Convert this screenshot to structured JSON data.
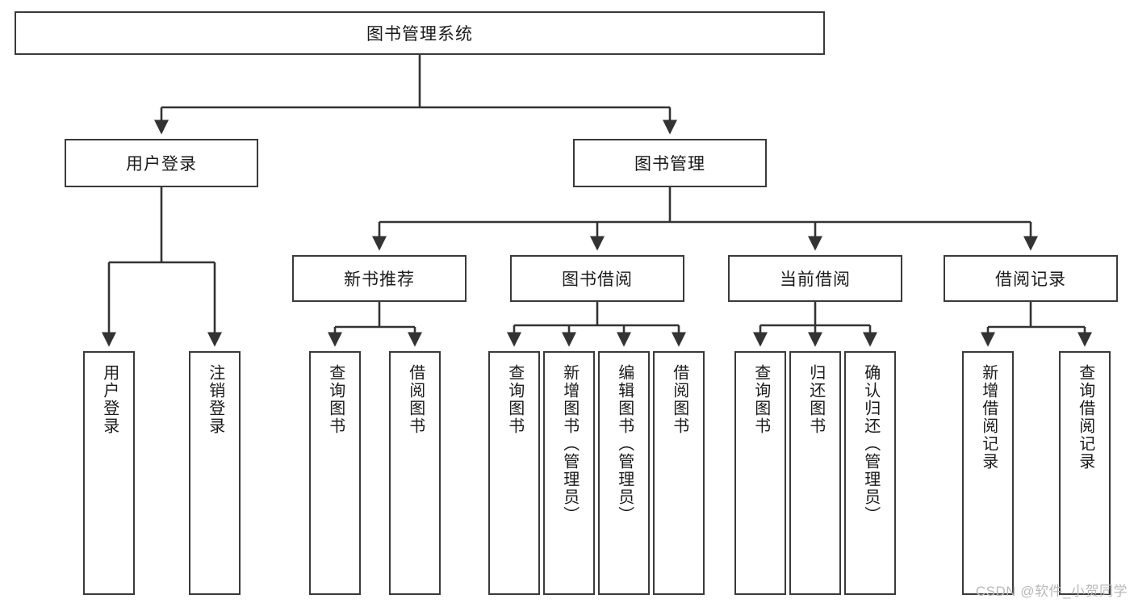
{
  "diagram": {
    "title": "图书管理系统",
    "type": "tree",
    "watermark": "CSDN @软件_小贺同学",
    "colors": {
      "border": "#3a3a3a",
      "background": "#ffffff",
      "text": "#1b1b1b",
      "edge": "#333333",
      "watermark": "#b9b9b9"
    },
    "root": {
      "id": "root",
      "label": "图书管理系统"
    },
    "level2": [
      {
        "id": "login",
        "label": "用户登录"
      },
      {
        "id": "bookmgmt",
        "label": "图书管理"
      }
    ],
    "level3": [
      {
        "id": "newbook",
        "label": "新书推荐",
        "parent": "bookmgmt"
      },
      {
        "id": "borrow",
        "label": "图书借阅",
        "parent": "bookmgmt"
      },
      {
        "id": "current",
        "label": "当前借阅",
        "parent": "bookmgmt"
      },
      {
        "id": "records",
        "label": "借阅记录",
        "parent": "bookmgmt"
      }
    ],
    "leaves": [
      {
        "id": "leaf-user-login",
        "label": "用户登录",
        "parent": "login"
      },
      {
        "id": "leaf-logout",
        "label": "注销登录",
        "parent": "login"
      },
      {
        "id": "leaf-query-book-new",
        "label": "查询图书",
        "parent": "newbook"
      },
      {
        "id": "leaf-borrow-book-new",
        "label": "借阅图书",
        "parent": "newbook"
      },
      {
        "id": "leaf-query-book-borrow",
        "label": "查询图书",
        "parent": "borrow"
      },
      {
        "id": "leaf-add-book",
        "label": "新增图书（管理员）",
        "parent": "borrow"
      },
      {
        "id": "leaf-edit-book",
        "label": "编辑图书（管理员）",
        "parent": "borrow"
      },
      {
        "id": "leaf-borrow-book",
        "label": "借阅图书",
        "parent": "borrow"
      },
      {
        "id": "leaf-query-book-current",
        "label": "查询图书",
        "parent": "current"
      },
      {
        "id": "leaf-return-book",
        "label": "归还图书",
        "parent": "current"
      },
      {
        "id": "leaf-confirm-return",
        "label": "确认归还（管理员）",
        "parent": "current"
      },
      {
        "id": "leaf-add-record",
        "label": "新增借阅记录",
        "parent": "records"
      },
      {
        "id": "leaf-query-record",
        "label": "查询借阅记录",
        "parent": "records"
      }
    ]
  }
}
